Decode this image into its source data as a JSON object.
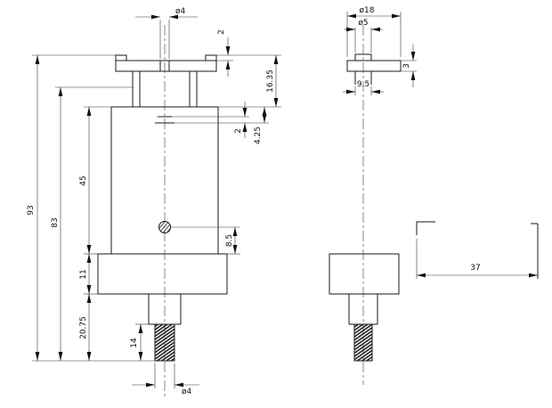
{
  "drawing": {
    "style": {
      "ink": "#1a1a1a",
      "background": "#ffffff"
    },
    "front_view": {
      "dims": {
        "overall_height": "93",
        "height_83": "83",
        "height_45": "45",
        "block_height_11": "11",
        "bottom_section_2075": "20.75",
        "flange_to_shoulder_1635": "16.35",
        "step_425": "4.25",
        "step_2": "2",
        "tab_height_2": "2",
        "offset_85": "8.5",
        "thread_length_14": "14",
        "thread_dia": "ø4",
        "hole_dia": "ø4"
      }
    },
    "side_view": {
      "dims": {
        "flange_dia": "ø18",
        "tab_dia": "ø5",
        "flange_thickness_3": "3",
        "slot_width_95": "9.5"
      }
    },
    "mating_part": {
      "dims": {
        "width_37": "37"
      }
    }
  }
}
